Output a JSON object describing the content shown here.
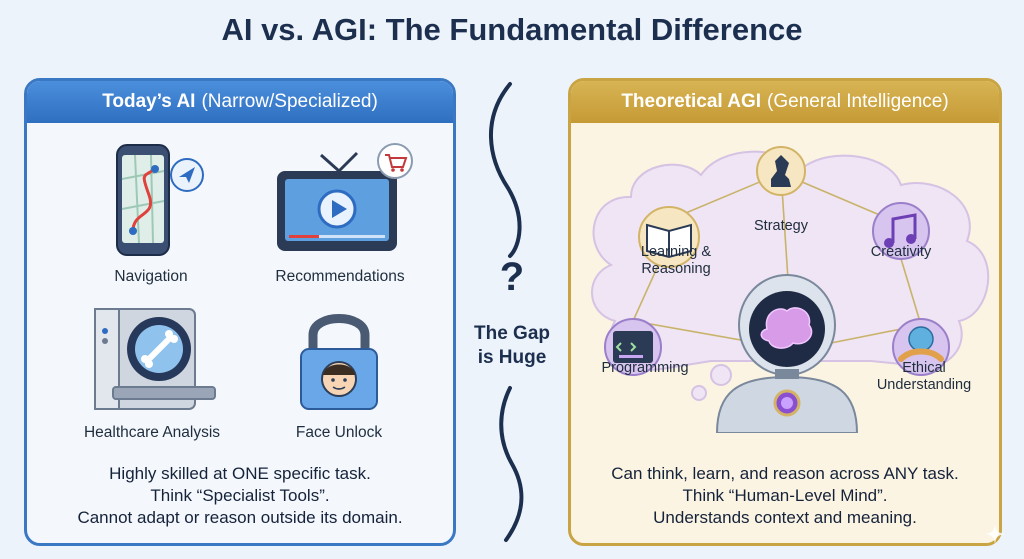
{
  "title": "AI vs. AGI: The Fundamental Difference",
  "left_panel": {
    "heading_strong": "Today’s AI",
    "heading_light": "(Narrow/Specialized)",
    "tools": [
      {
        "label": "Navigation",
        "icon": "map-phone-icon"
      },
      {
        "label": "Recommendations",
        "icon": "tv-cart-icon"
      },
      {
        "label": "Healthcare Analysis",
        "icon": "medical-scanner-icon"
      },
      {
        "label": "Face Unlock",
        "icon": "padlock-face-icon"
      }
    ],
    "text_lines": [
      "Highly skilled at ONE specific task.",
      "Think “Specialist Tools”.",
      "Cannot adapt or reason outside its domain."
    ]
  },
  "gap": {
    "symbol": "?",
    "line1": "The Gap",
    "line2": "is Huge"
  },
  "right_panel": {
    "heading_strong": "Theoretical AGI",
    "heading_light": "(General Intelligence)",
    "skills": [
      {
        "label": "Strategy",
        "icon": "chess-knight-icon"
      },
      {
        "label_line1": "Learning &",
        "label_line2": "Reasoning",
        "icon": "open-book-icon"
      },
      {
        "label": "Creativity",
        "icon": "music-note-icon"
      },
      {
        "label": "Programming",
        "icon": "code-window-icon"
      },
      {
        "label_line1": "Ethical",
        "label_line2": "Understanding",
        "icon": "globe-handshake-icon"
      }
    ],
    "center_icon": "robot-brain-icon",
    "text_lines": [
      "Can think, learn, and reason across ANY task.",
      "Think “Human-Level Mind”.",
      "Understands context and meaning."
    ]
  },
  "colors": {
    "left_accent": "#3b78c4",
    "right_accent": "#c9a443",
    "title": "#1c2f4f",
    "background": "#edf3fa"
  }
}
